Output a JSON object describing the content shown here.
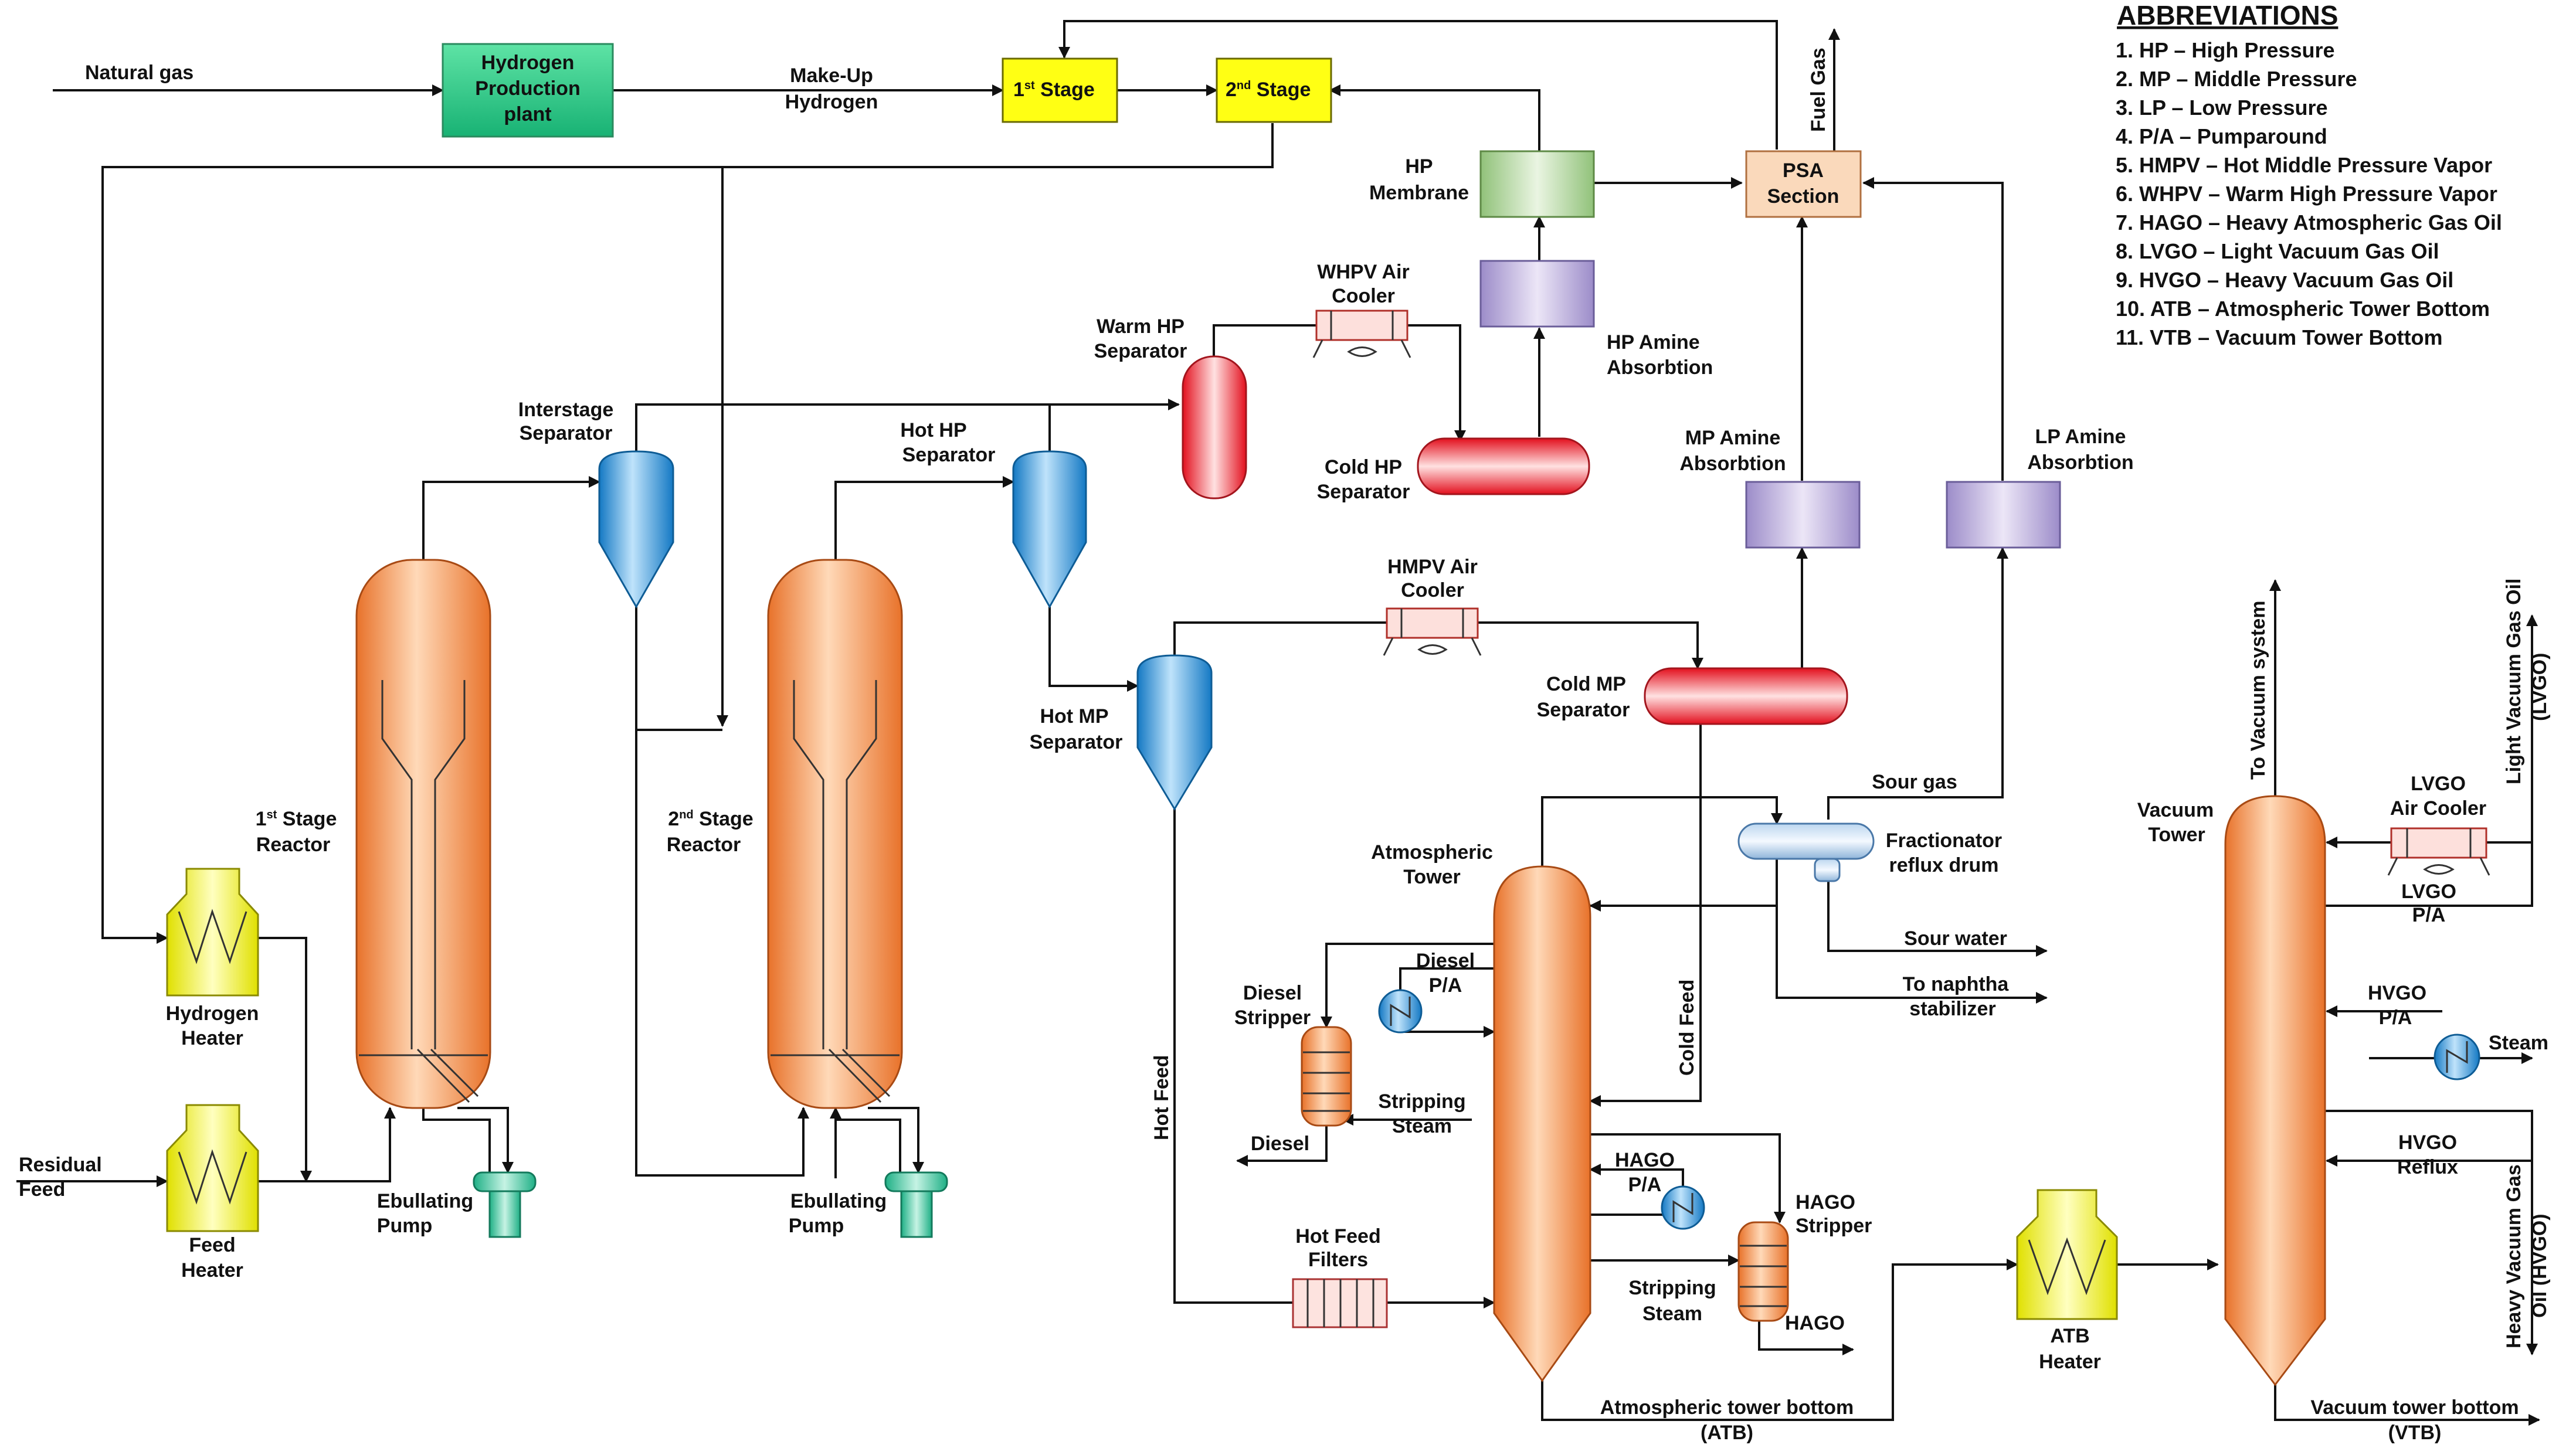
{
  "streams": {
    "natural_gas": "Natural gas",
    "makeup_h2_1": "Make-Up",
    "makeup_h2_2": "Hydrogen",
    "fuel_gas": "Fuel Gas",
    "residual_feed_1": "Residual",
    "residual_feed_2": "Feed",
    "sour_gas": "Sour gas",
    "sour_water": "Sour water",
    "to_naphtha_1": "To naphtha",
    "to_naphtha_2": "stabilizer",
    "cold_feed": "Cold Feed",
    "hot_feed": "Hot Feed",
    "diesel": "Diesel",
    "diesel_pa_1": "Diesel",
    "diesel_pa_2": "P/A",
    "stripping_steam_1a": "Stripping",
    "stripping_steam_1b": "Steam",
    "stripping_steam_2a": "Stripping",
    "stripping_steam_2b": "Steam",
    "hago_pa_1": "HAGO",
    "hago_pa_2": "P/A",
    "hago_out": "HAGO",
    "atb_1": "Atmospheric tower bottom",
    "atb_2": "(ATB)",
    "vtb_1": "Vacuum tower bottom",
    "vtb_2": "(VTB)",
    "to_vacuum": "To Vacuum system",
    "lvgo_1": "Light Vacuum Gas Oil",
    "lvgo_2": "(LVGO)",
    "hvgo_1": "Heavy Vacuum Gas",
    "hvgo_2": "Oil (HVGO)",
    "lvgo_pa_1": "LVGO",
    "lvgo_pa_2": "P/A",
    "hvgo_pa_1": "HVGO",
    "hvgo_pa_2": "P/A",
    "steam": "Steam",
    "hvgo_reflux_1": "HVGO",
    "hvgo_reflux_2": "Reflux"
  },
  "units": {
    "h2_plant_1": "Hydrogen",
    "h2_plant_2": "Production",
    "h2_plant_3": "plant",
    "stage1_main": "1",
    "stage1_sup": "st",
    "stage1_tail": " Stage",
    "stage2_main": "2",
    "stage2_sup": "nd",
    "stage2_tail": " Stage",
    "hp_membrane_1": "HP",
    "hp_membrane_2": "Membrane",
    "psa_1": "PSA",
    "psa_2": "Section",
    "whpv_cooler_1": "WHPV Air",
    "whpv_cooler_2": "Cooler",
    "warm_hp_sep_1": "Warm HP",
    "warm_hp_sep_2": "Separator",
    "hp_amine_1": "HP Amine",
    "hp_amine_2": "Absorbtion",
    "cold_hp_sep_1": "Cold HP",
    "cold_hp_sep_2": "Separator",
    "mp_amine_1": "MP Amine",
    "mp_amine_2": "Absorbtion",
    "lp_amine_1": "LP Amine",
    "lp_amine_2": "Absorbtion",
    "interstage_sep_1": "Interstage",
    "interstage_sep_2": "Separator",
    "hot_hp_sep_1": "Hot HP",
    "hot_hp_sep_2": "Separator",
    "hmpv_cooler_1": "HMPV Air",
    "hmpv_cooler_2": "Cooler",
    "cold_mp_sep_1": "Cold MP",
    "cold_mp_sep_2": "Separator",
    "hot_mp_sep_1": "Hot  MP",
    "hot_mp_sep_2": "Separator",
    "reactor1_main": "1",
    "reactor1_sup": "st",
    "reactor1_tail": " Stage",
    "reactor1_2": "Reactor",
    "reactor2_main": "2",
    "reactor2_sup": "nd",
    "reactor2_tail": " Stage",
    "reactor2_2": "Reactor",
    "h2_heater_1": "Hydrogen",
    "h2_heater_2": "Heater",
    "feed_heater_1": "Feed",
    "feed_heater_2": "Heater",
    "pump1_1": "Ebullating",
    "pump1_2": "Pump",
    "pump2_1": "Ebullating",
    "pump2_2": "Pump",
    "atm_tower_1": "Atmospheric",
    "atm_tower_2": "Tower",
    "frac_drum_1": "Fractionator",
    "frac_drum_2": "reflux drum",
    "diesel_stripper_1": "Diesel",
    "diesel_stripper_2": "Stripper",
    "hago_stripper_1": "HAGO",
    "hago_stripper_2": "Stripper",
    "hot_feed_filters_1": "Hot Feed",
    "hot_feed_filters_2": "Filters",
    "atb_heater_1": "ATB",
    "atb_heater_2": "Heater",
    "vac_tower_1": "Vacuum",
    "vac_tower_2": "Tower",
    "lvgo_cooler_1": "LVGO",
    "lvgo_cooler_2": "Air Cooler"
  },
  "abbreviations": {
    "title": "ABBREVIATIONS",
    "items": [
      "1. HP – High Pressure",
      "2. MP – Middle Pressure",
      "3. LP – Low Pressure",
      "4. P/A – Pumparound",
      "5. HMPV – Hot Middle Pressure Vapor",
      "6. WHPV – Warm High Pressure Vapor",
      "7. HAGO – Heavy Atmospheric Gas Oil",
      "8. LVGO – Light Vacuum Gas Oil",
      "9. HVGO – Heavy Vacuum Gas Oil",
      "10. ATB – Atmospheric Tower Bottom",
      "11. VTB – Vacuum Tower Bottom"
    ]
  },
  "colors": {
    "h2_plant": "#2ecc8a",
    "stage": "#ffff00",
    "membrane": "#a8d08d",
    "psa": "#fad7b5",
    "amine": "#b4a7d6",
    "separator_red": "#f21d2a",
    "separator_blue": "#1f8fd6",
    "reactor": "#f58b3c",
    "heater": "#f2f20c",
    "pump": "#33c3a0"
  }
}
